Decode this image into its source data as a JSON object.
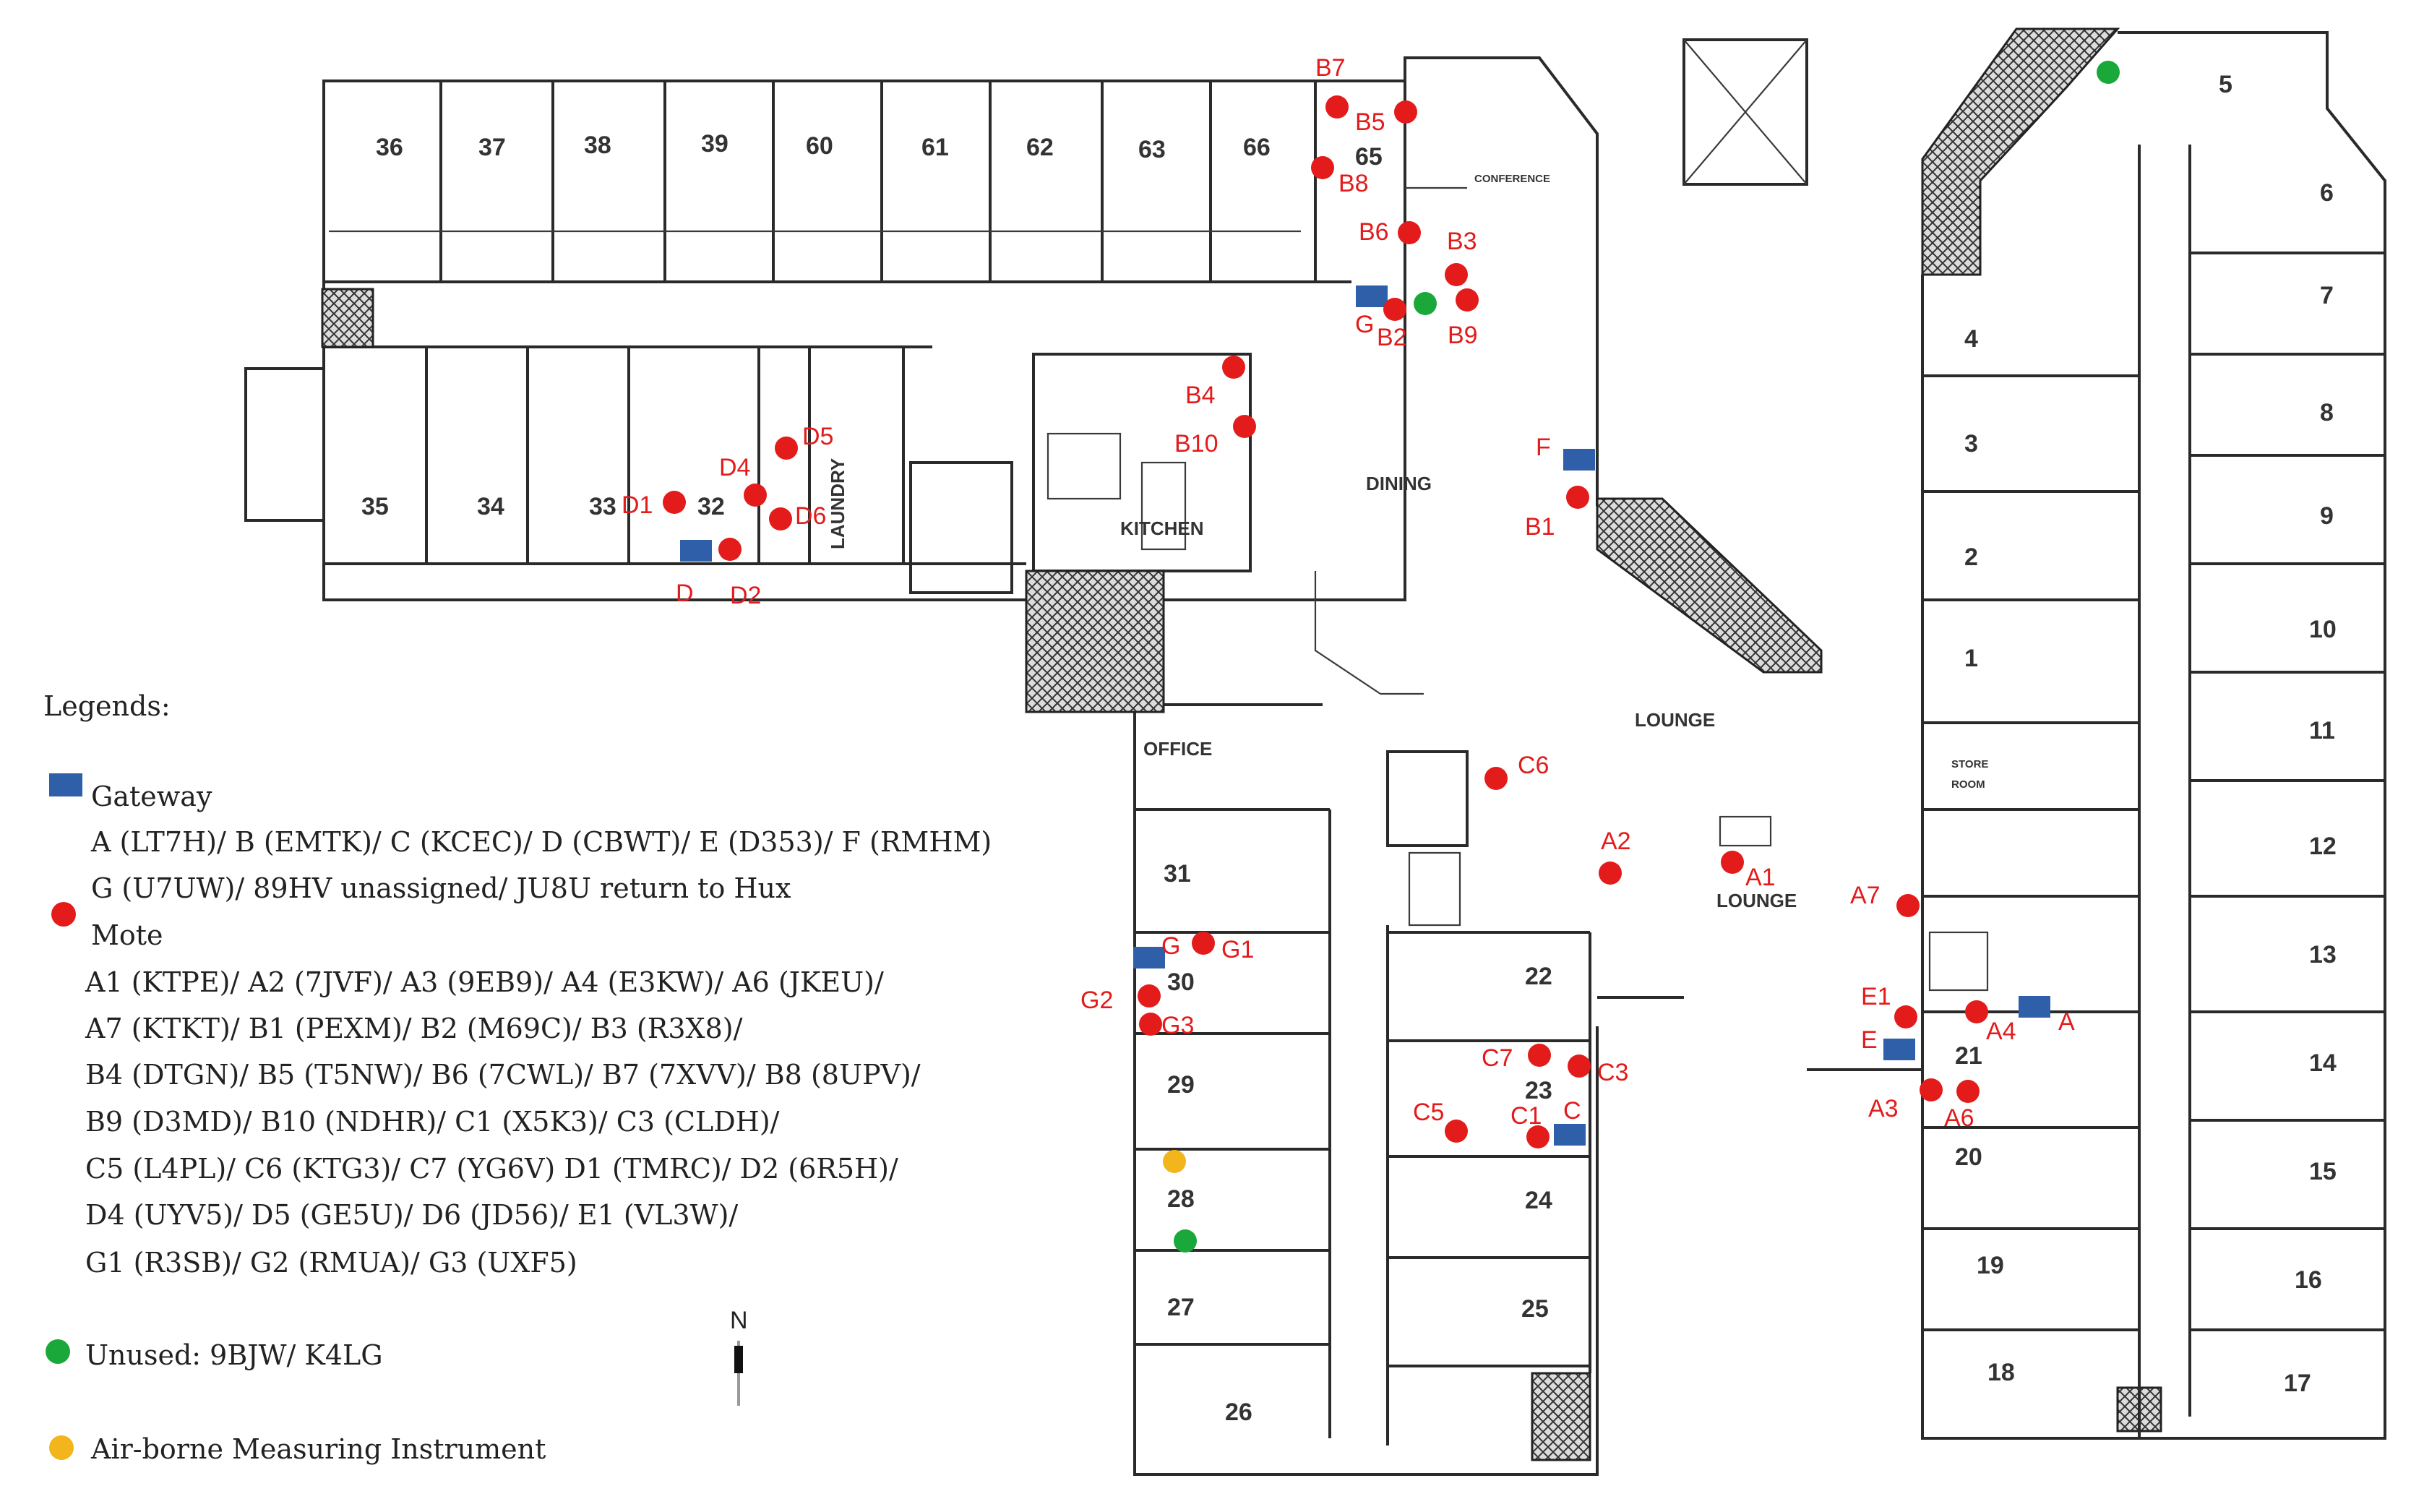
{
  "rooms": [
    {
      "id": "36",
      "label": "36"
    },
    {
      "id": "37",
      "label": "37"
    },
    {
      "id": "38",
      "label": "38"
    },
    {
      "id": "39",
      "label": "39"
    },
    {
      "id": "60",
      "label": "60"
    },
    {
      "id": "61",
      "label": "61"
    },
    {
      "id": "62",
      "label": "62"
    },
    {
      "id": "63",
      "label": "63"
    },
    {
      "id": "66",
      "label": "66"
    },
    {
      "id": "65",
      "label": "65"
    },
    {
      "id": "35",
      "label": "35"
    },
    {
      "id": "34",
      "label": "34"
    },
    {
      "id": "33",
      "label": "33"
    },
    {
      "id": "32",
      "label": "32"
    },
    {
      "id": "31",
      "label": "31"
    },
    {
      "id": "30",
      "label": "30"
    },
    {
      "id": "29",
      "label": "29"
    },
    {
      "id": "28",
      "label": "28"
    },
    {
      "id": "27",
      "label": "27"
    },
    {
      "id": "26",
      "label": "26"
    },
    {
      "id": "22",
      "label": "22"
    },
    {
      "id": "23",
      "label": "23"
    },
    {
      "id": "24",
      "label": "24"
    },
    {
      "id": "25",
      "label": "25"
    },
    {
      "id": "5",
      "label": "5"
    },
    {
      "id": "6",
      "label": "6"
    },
    {
      "id": "7",
      "label": "7"
    },
    {
      "id": "8",
      "label": "8"
    },
    {
      "id": "9",
      "label": "9"
    },
    {
      "id": "10",
      "label": "10"
    },
    {
      "id": "11",
      "label": "11"
    },
    {
      "id": "12",
      "label": "12"
    },
    {
      "id": "13",
      "label": "13"
    },
    {
      "id": "14",
      "label": "14"
    },
    {
      "id": "15",
      "label": "15"
    },
    {
      "id": "16",
      "label": "16"
    },
    {
      "id": "17",
      "label": "17"
    },
    {
      "id": "4",
      "label": "4"
    },
    {
      "id": "3",
      "label": "3"
    },
    {
      "id": "2",
      "label": "2"
    },
    {
      "id": "1",
      "label": "1"
    },
    {
      "id": "21",
      "label": "21"
    },
    {
      "id": "20",
      "label": "20"
    },
    {
      "id": "19",
      "label": "19"
    },
    {
      "id": "18",
      "label": "18"
    }
  ],
  "areas": {
    "dining": "DINING",
    "lounge": "LOUNGE",
    "lounge2": "LOUNGE",
    "kitchen": "KITCHEN",
    "office": "OFFICE",
    "laundry": "LAUNDRY",
    "conference": "CONFERENCE",
    "store1": "STORE",
    "store2": "ROOM"
  },
  "markers": {
    "colors": {
      "gateway": "#2e5fa8",
      "mote": "#e31b1b",
      "unused": "#1aa83a",
      "instrument": "#f2b51c"
    },
    "gateways": [
      {
        "id": "A",
        "label": "A"
      },
      {
        "id": "C",
        "label": "C"
      },
      {
        "id": "D",
        "label": "D"
      },
      {
        "id": "E",
        "label": "E"
      },
      {
        "id": "F",
        "label": "F"
      },
      {
        "id": "G",
        "label": "G"
      },
      {
        "id": "G2box",
        "label": "G"
      }
    ],
    "motes": [
      {
        "id": "B7",
        "label": "B7"
      },
      {
        "id": "B5",
        "label": "B5"
      },
      {
        "id": "B8",
        "label": "B8"
      },
      {
        "id": "B6",
        "label": "B6"
      },
      {
        "id": "B3",
        "label": "B3"
      },
      {
        "id": "B2",
        "label": "B2"
      },
      {
        "id": "B9",
        "label": "B9"
      },
      {
        "id": "B4",
        "label": "B4"
      },
      {
        "id": "B10",
        "label": "B10"
      },
      {
        "id": "B1",
        "label": "B1"
      },
      {
        "id": "D1",
        "label": "D1"
      },
      {
        "id": "D2",
        "label": "D2"
      },
      {
        "id": "D4",
        "label": "D4"
      },
      {
        "id": "D5",
        "label": "D5"
      },
      {
        "id": "D6",
        "label": "D6"
      },
      {
        "id": "C6",
        "label": "C6"
      },
      {
        "id": "A2",
        "label": "A2"
      },
      {
        "id": "A1",
        "label": "A1"
      },
      {
        "id": "A7",
        "label": "A7"
      },
      {
        "id": "E1",
        "label": "E1"
      },
      {
        "id": "A4",
        "label": "A4"
      },
      {
        "id": "A3",
        "label": "A3"
      },
      {
        "id": "A6",
        "label": "A6"
      },
      {
        "id": "C7",
        "label": "C7"
      },
      {
        "id": "C3",
        "label": "C3"
      },
      {
        "id": "C5",
        "label": "C5"
      },
      {
        "id": "C1",
        "label": "C1"
      },
      {
        "id": "G1",
        "label": "G1"
      },
      {
        "id": "G2",
        "label": "G2"
      },
      {
        "id": "G3",
        "label": "G3"
      }
    ],
    "unused": [
      {
        "id": "U1"
      },
      {
        "id": "U2"
      },
      {
        "id": "U3"
      }
    ],
    "instruments": [
      {
        "id": "I1"
      }
    ]
  },
  "legend": {
    "title": "Legends:",
    "gateway_title": "Gateway",
    "gateway_lines": [
      "A (LT7H)/ B (EMTK)/ C (KCEC)/ D (CBWT)/ E (D353)/ F (RMHM)",
      "G (U7UW)/ 89HV unassigned/ JU8U return to Hux"
    ],
    "mote_title": "Mote",
    "mote_lines": [
      "A1 (KTPE)/ A2 (7JVF)/ A3 (9EB9)/ A4 (E3KW)/ A6 (JKEU)/",
      "A7 (KTKT)/ B1 (PEXM)/ B2 (M69C)/ B3 (R3X8)/",
      "B4 (DTGN)/ B5 (T5NW)/ B6 (7CWL)/ B7 (7XVV)/ B8 (8UPV)/",
      "B9 (D3MD)/ B10 (NDHR)/ C1 (X5K3)/ C3 (CLDH)/",
      "C5 (L4PL)/ C6 (KTG3)/ C7 (YG6V) D1 (TMRC)/ D2 (6R5H)/",
      "D4 (UYV5)/ D5 (GE5U)/ D6 (JD56)/ E1 (VL3W)/",
      "G1 (R3SB)/ G2 (RMUA)/ G3 (UXF5)"
    ],
    "unused": "Unused: 9BJW/ K4LG",
    "instrument": "Air-borne Measuring Instrument"
  },
  "compass": "N"
}
